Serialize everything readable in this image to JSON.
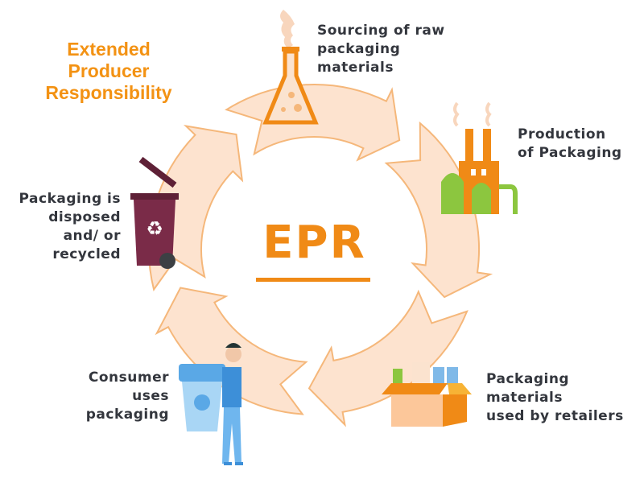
{
  "title": {
    "lines": [
      "Extended",
      "Producer",
      "Responsibility"
    ]
  },
  "center_label": "EPR",
  "steps": [
    {
      "id": "sourcing",
      "icon": "flask-icon",
      "lines": [
        "Sourcing of raw",
        "packaging",
        "materials"
      ]
    },
    {
      "id": "production",
      "icon": "factory-icon",
      "lines": [
        "Production",
        "of Packaging"
      ]
    },
    {
      "id": "retail",
      "icon": "box-icon",
      "lines": [
        "Packaging",
        "materials",
        "used by retailers"
      ]
    },
    {
      "id": "consumer",
      "icon": "consumer-icon",
      "lines": [
        "Consumer",
        "uses",
        "packaging"
      ]
    },
    {
      "id": "disposal",
      "icon": "recycle-bin-icon",
      "lines": [
        "Packaging is",
        "disposed",
        "and/ or",
        "recycled"
      ]
    }
  ],
  "colors": {
    "accent": "#f39213",
    "ring_fill": "#fde3cf",
    "ring_stroke": "#f5b77a",
    "text": "#33363d"
  }
}
